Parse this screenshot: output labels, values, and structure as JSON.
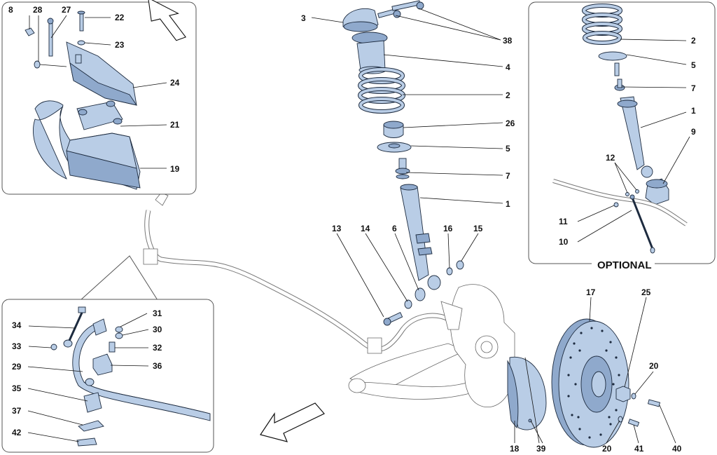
{
  "callouts": {
    "c1": "1",
    "c2": "2",
    "c3": "3",
    "c4": "4",
    "c5": "5",
    "c6": "6",
    "c7": "7",
    "c8": "8",
    "c9": "9",
    "c10": "10",
    "c11": "11",
    "c12": "12",
    "c13": "13",
    "c14": "14",
    "c15": "15",
    "c16": "16",
    "c17": "17",
    "c18": "18",
    "c19": "19",
    "c20": "20",
    "c21": "21",
    "c22": "22",
    "c23": "23",
    "c24": "24",
    "c25": "25",
    "c26": "26",
    "c27": "27",
    "c28": "28",
    "c29": "29",
    "c30": "30",
    "c31": "31",
    "c32": "32",
    "c33": "33",
    "c34": "34",
    "c35": "35",
    "c36": "36",
    "c37": "37",
    "c38": "38",
    "c39": "39",
    "c40": "40",
    "c41": "41",
    "c42": "42"
  },
  "optional_caption": "OPTIONAL",
  "colors": {
    "part_fill": "#b9cde6",
    "part_dark": "#8fa9cc",
    "outline": "#1d2b3f"
  }
}
